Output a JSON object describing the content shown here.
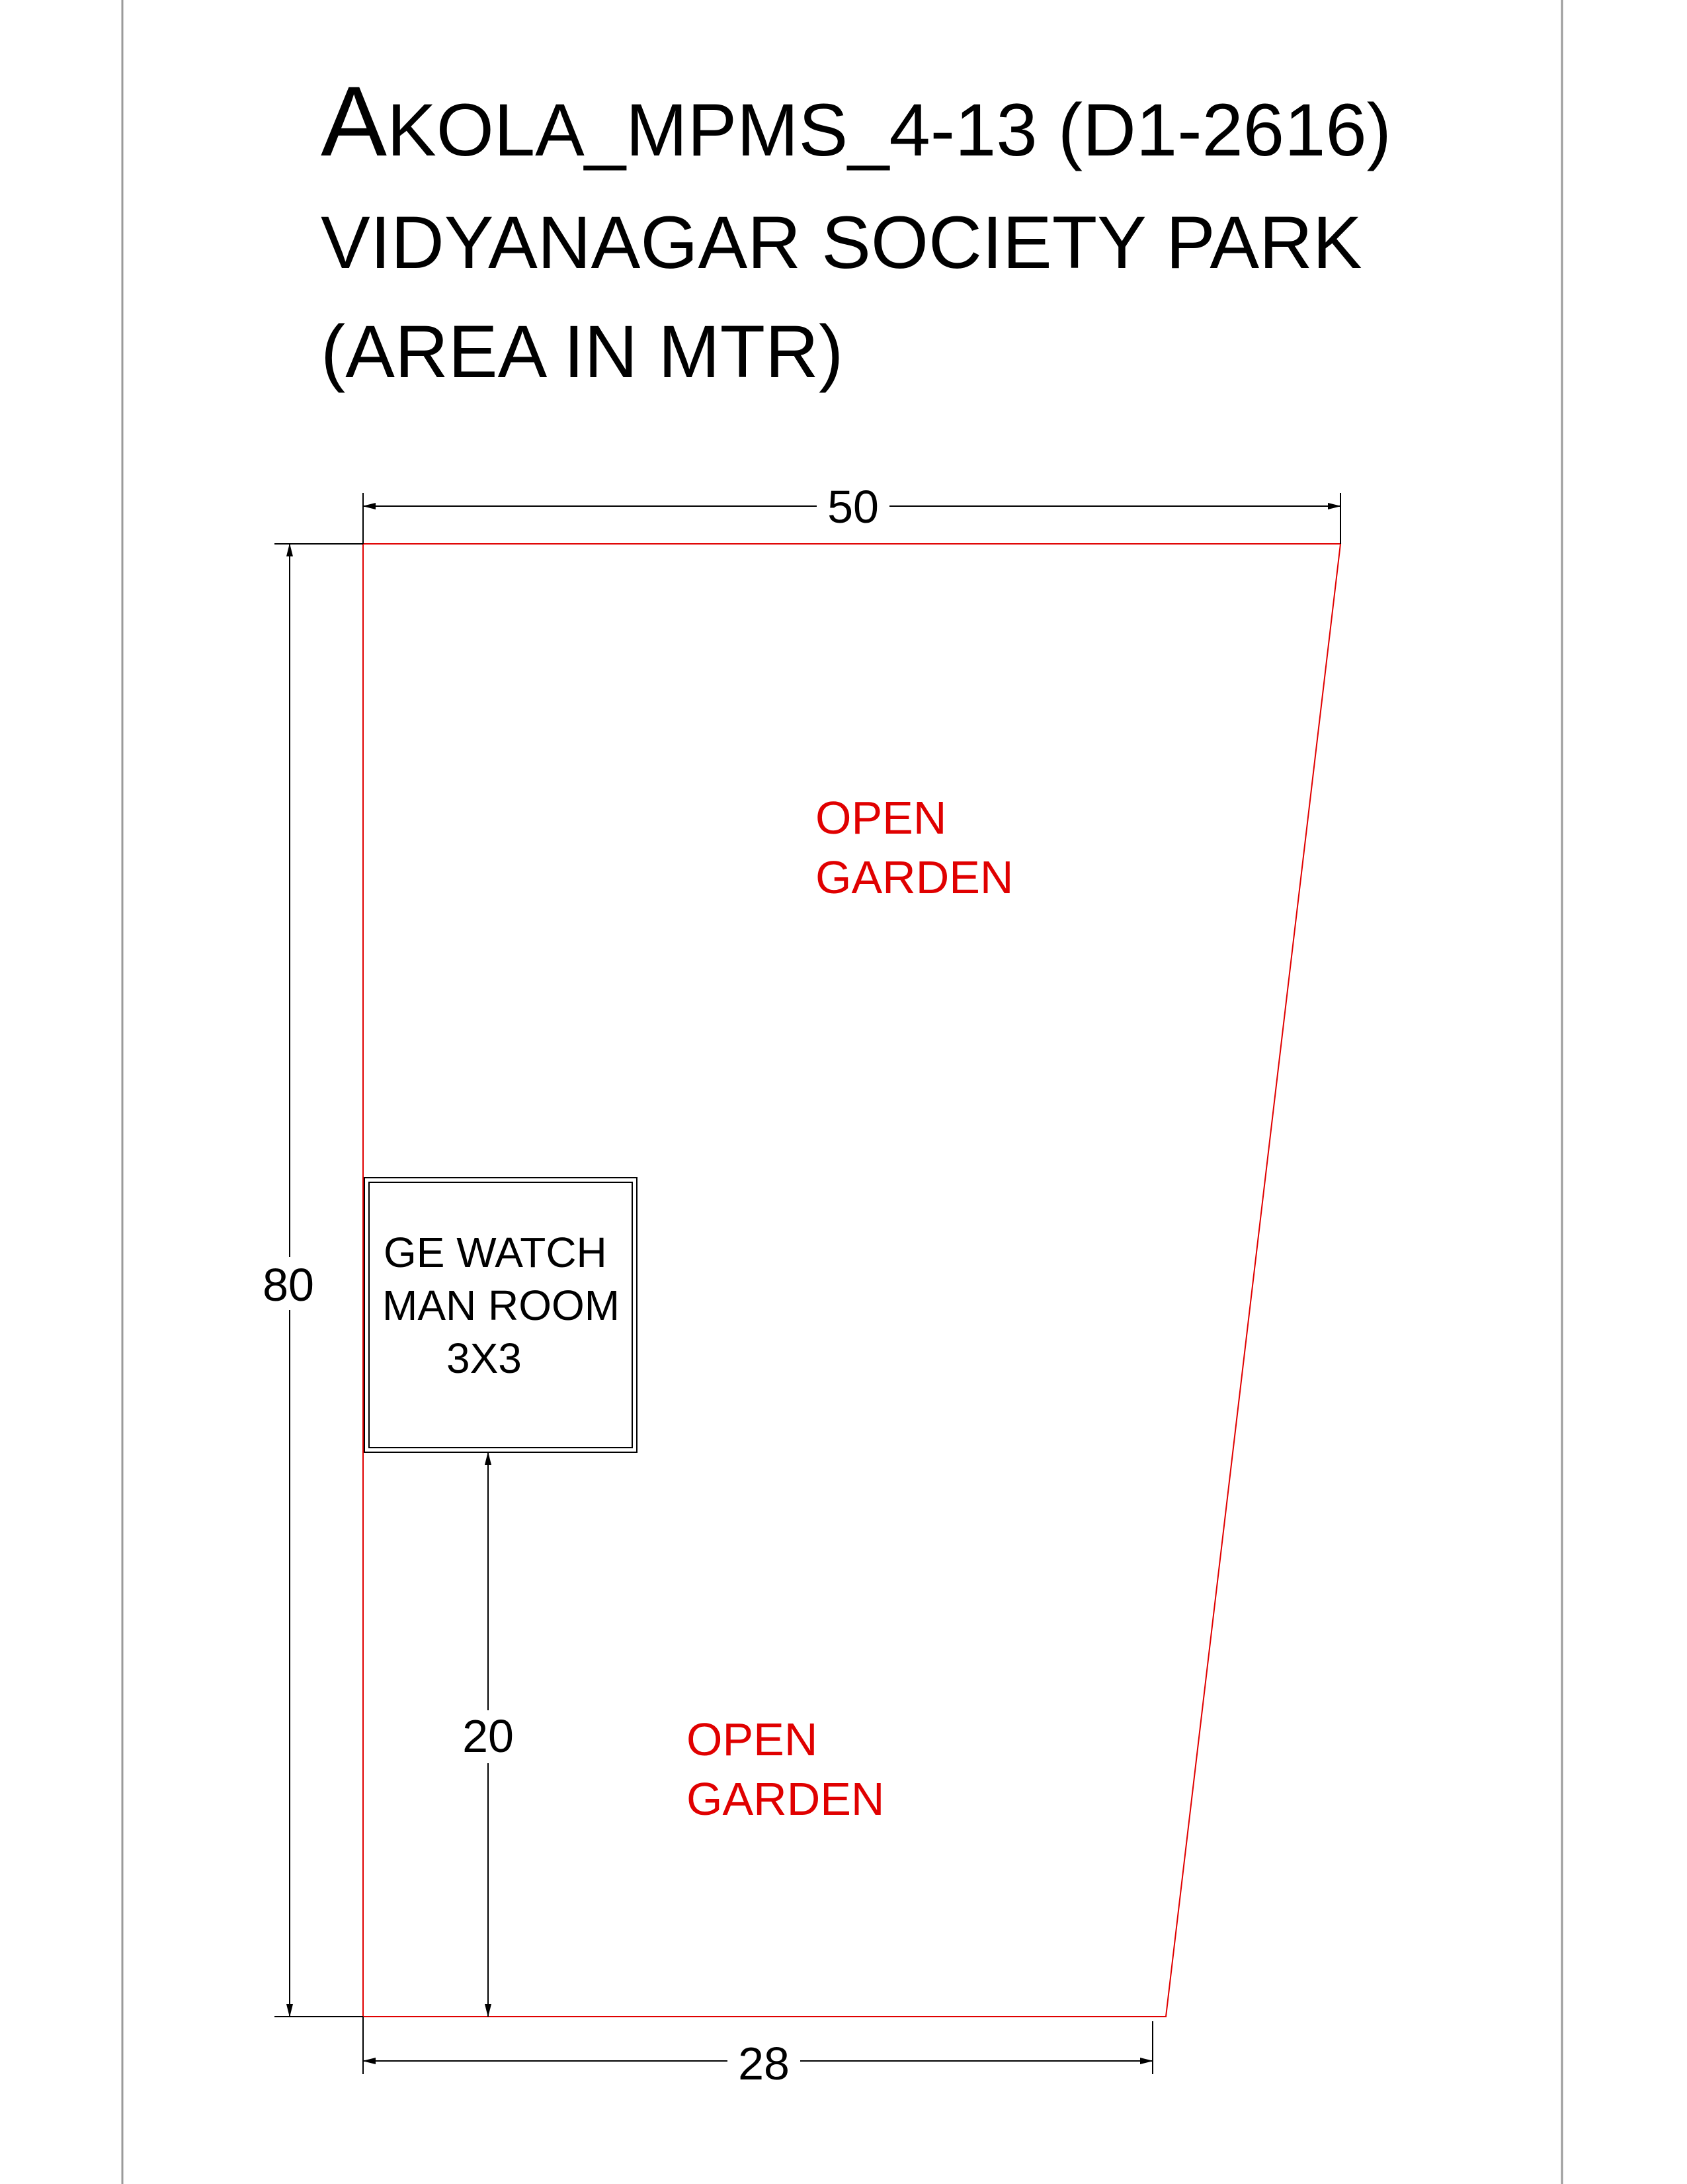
{
  "title": {
    "line1_prefix": "A",
    "line1_rest": "KOLA_MPMS_4-13 (D1-2616)",
    "line2": "VIDYANAGAR SOCIETY PARK",
    "line3": "(AREA IN MTR)"
  },
  "dimensions": {
    "top_width": "50",
    "left_height": "80",
    "bottom_width": "28",
    "room_offset": "20"
  },
  "labels": {
    "garden_upper_line1": "OPEN",
    "garden_upper_line2": "GARDEN",
    "garden_lower_line1": "OPEN",
    "garden_lower_line2": "GARDEN",
    "room_line1": "GE WATCH",
    "room_line2": "MAN ROOM",
    "room_line3": "3X3"
  },
  "colors": {
    "boundary": "#e00000",
    "garden_text": "#e00000",
    "dimension_lines": "#000000",
    "frame": "#9a9a9a"
  }
}
